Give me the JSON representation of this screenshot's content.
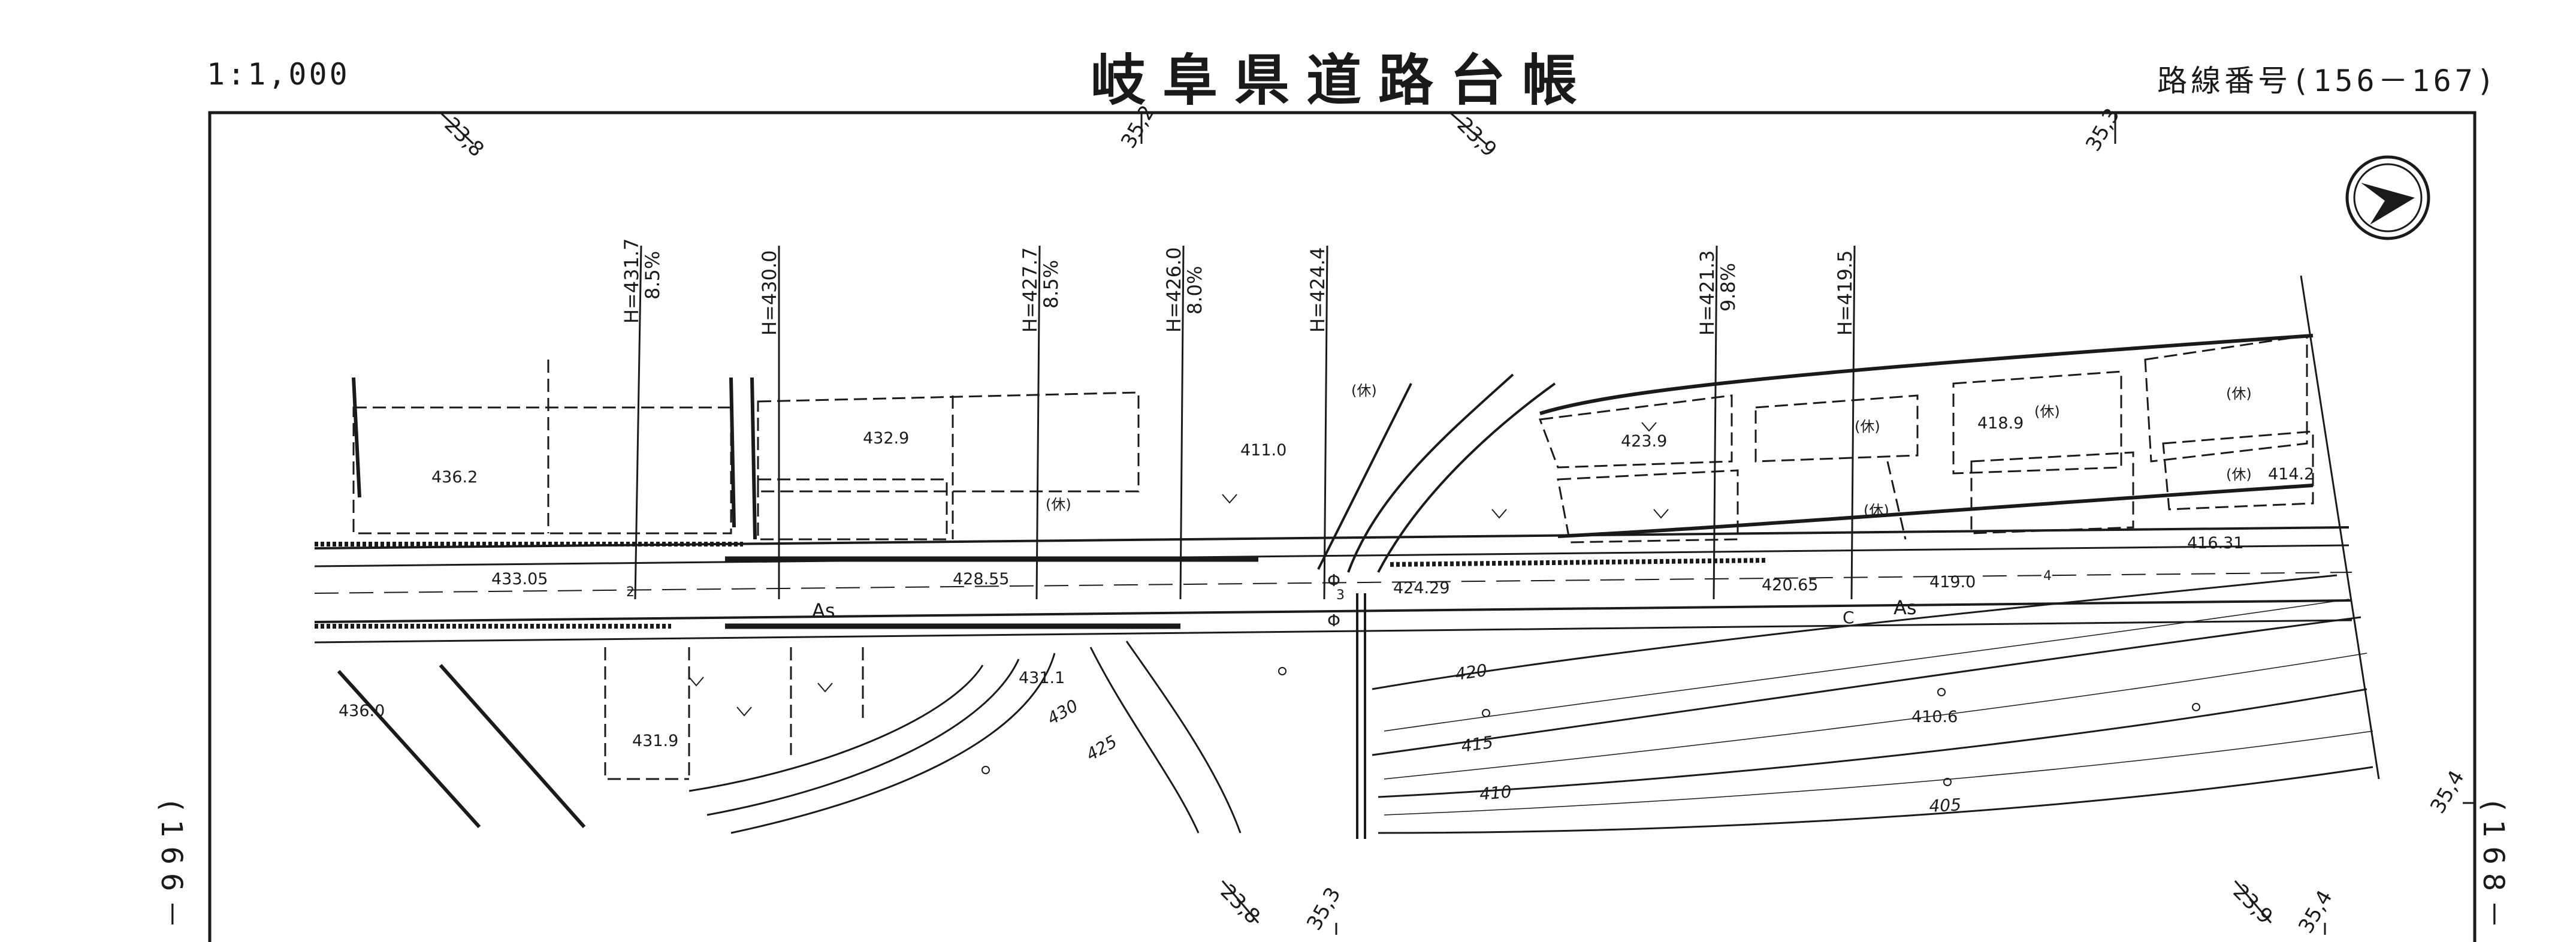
{
  "header": {
    "scale": "1:1,000",
    "title": "岐阜県道路台帳",
    "route_number": "路線番号(156－167)"
  },
  "sheet_refs": {
    "left": "(166－",
    "right": "(168－"
  },
  "grid_ticks": [
    "23,8",
    "35,2",
    "23,9",
    "35,3",
    "35,4",
    "23,8",
    "35,3",
    "23,9",
    "35,4"
  ],
  "road": {
    "surface_1": "As",
    "surface_2": "As",
    "centerline_marker": "C",
    "stations": [
      "2",
      "3",
      "4"
    ]
  },
  "heights": [
    {
      "label": "H=431.7",
      "grade": "8.5%"
    },
    {
      "label": "H=430.0",
      "grade": ""
    },
    {
      "label": "H=427.7",
      "grade": "8.5%"
    },
    {
      "label": "H=426.0",
      "grade": "8.0%"
    },
    {
      "label": "H=424.4",
      "grade": ""
    },
    {
      "label": "H=421.3",
      "grade": "9.8%"
    },
    {
      "label": "H=419.5",
      "grade": ""
    }
  ],
  "spot_elevations": [
    "436.2",
    "432.9",
    "411.0",
    "423.9",
    "418.9",
    "414.2",
    "433.05",
    "428.55",
    "424.29",
    "420.65",
    "419.0",
    "416.31",
    "436.0",
    "431.9",
    "431.1",
    "410.6"
  ],
  "contours": [
    "430",
    "425",
    "420",
    "415",
    "410",
    "405"
  ],
  "land_use_labels": [
    "(休)",
    "(休)",
    "(休)",
    "(休)",
    "(休)",
    "(休)",
    "(休)"
  ],
  "symbols": {
    "north_arrow": "north-arrow-icon",
    "valve": "Φ"
  }
}
